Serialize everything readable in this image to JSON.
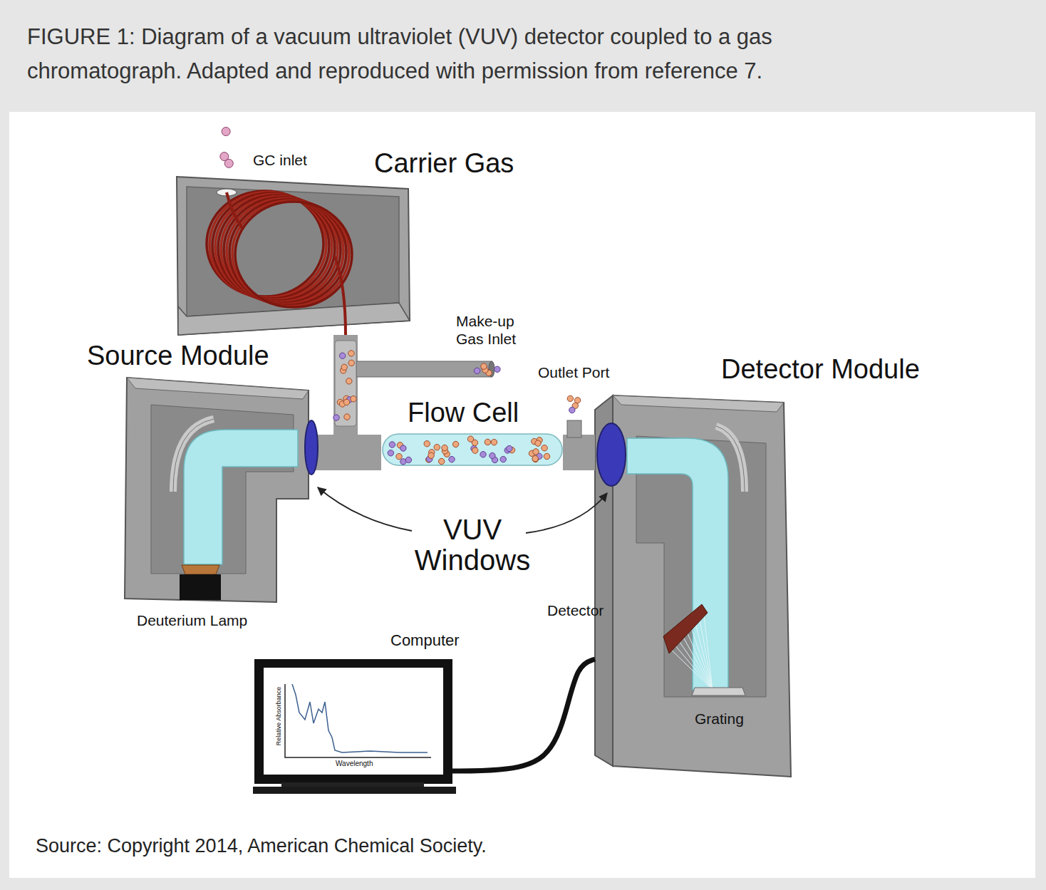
{
  "diagram": {
    "title": "FIGURE 1: Diagram of a vacuum ultraviolet (VUV) detector coupled to a gas chromatograph. Adapted and reproduced with permission from reference 7.",
    "caption": "Source: Copyright 2014, American Chemical Society.",
    "nodes": [
      {
        "text": [
          "Carrier Gas"
        ]
      },
      {
        "text": [
          "Source Module"
        ]
      },
      {
        "text": [
          "Flow Cell"
        ]
      },
      {
        "text": [
          "Detector Module"
        ]
      },
      {
        "text": [
          "Computer"
        ]
      }
    ],
    "edges": [
      {
        "from": 0,
        "to": 2,
        "arrow": "none"
      },
      {
        "from": 1,
        "to": 2,
        "arrow": "none"
      },
      {
        "from": 2,
        "to": 3,
        "arrow": "none"
      },
      {
        "from": 3,
        "to": 4,
        "arrow": "none"
      }
    ],
    "labels": [
      "GC inlet",
      "Make-up Gas Inlet",
      "Outlet Port",
      "VUV Windows",
      "Deuterium Lamp",
      "Detector",
      "Grating",
      "Relative Absorbance",
      "Wavelength"
    ]
  }
}
